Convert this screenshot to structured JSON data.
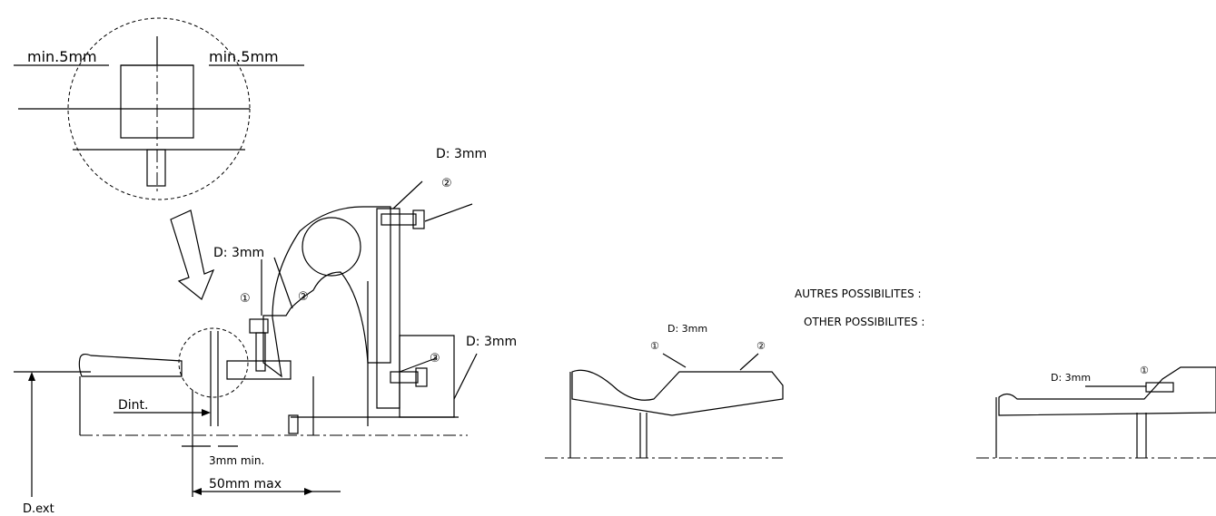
{
  "labels": {
    "min_left": "min.5mm",
    "min_right": "min.5mm",
    "d_top": "D: 3mm",
    "d_mid": "D: 3mm",
    "d_right": "D: 3mm",
    "d_center": "D: 3mm",
    "d_far": "D: 3mm",
    "dint": "Dint.",
    "three_min": "3mm min.",
    "fifty_max": "50mm max",
    "dext": "D.ext",
    "autres": "AUTRES POSSIBILITES :",
    "other": "OTHER POSSIBILITES :"
  },
  "markers": {
    "m1": "①",
    "m2": "②",
    "m3": "③",
    "c1": "①",
    "c2": "②",
    "f1": "①"
  }
}
